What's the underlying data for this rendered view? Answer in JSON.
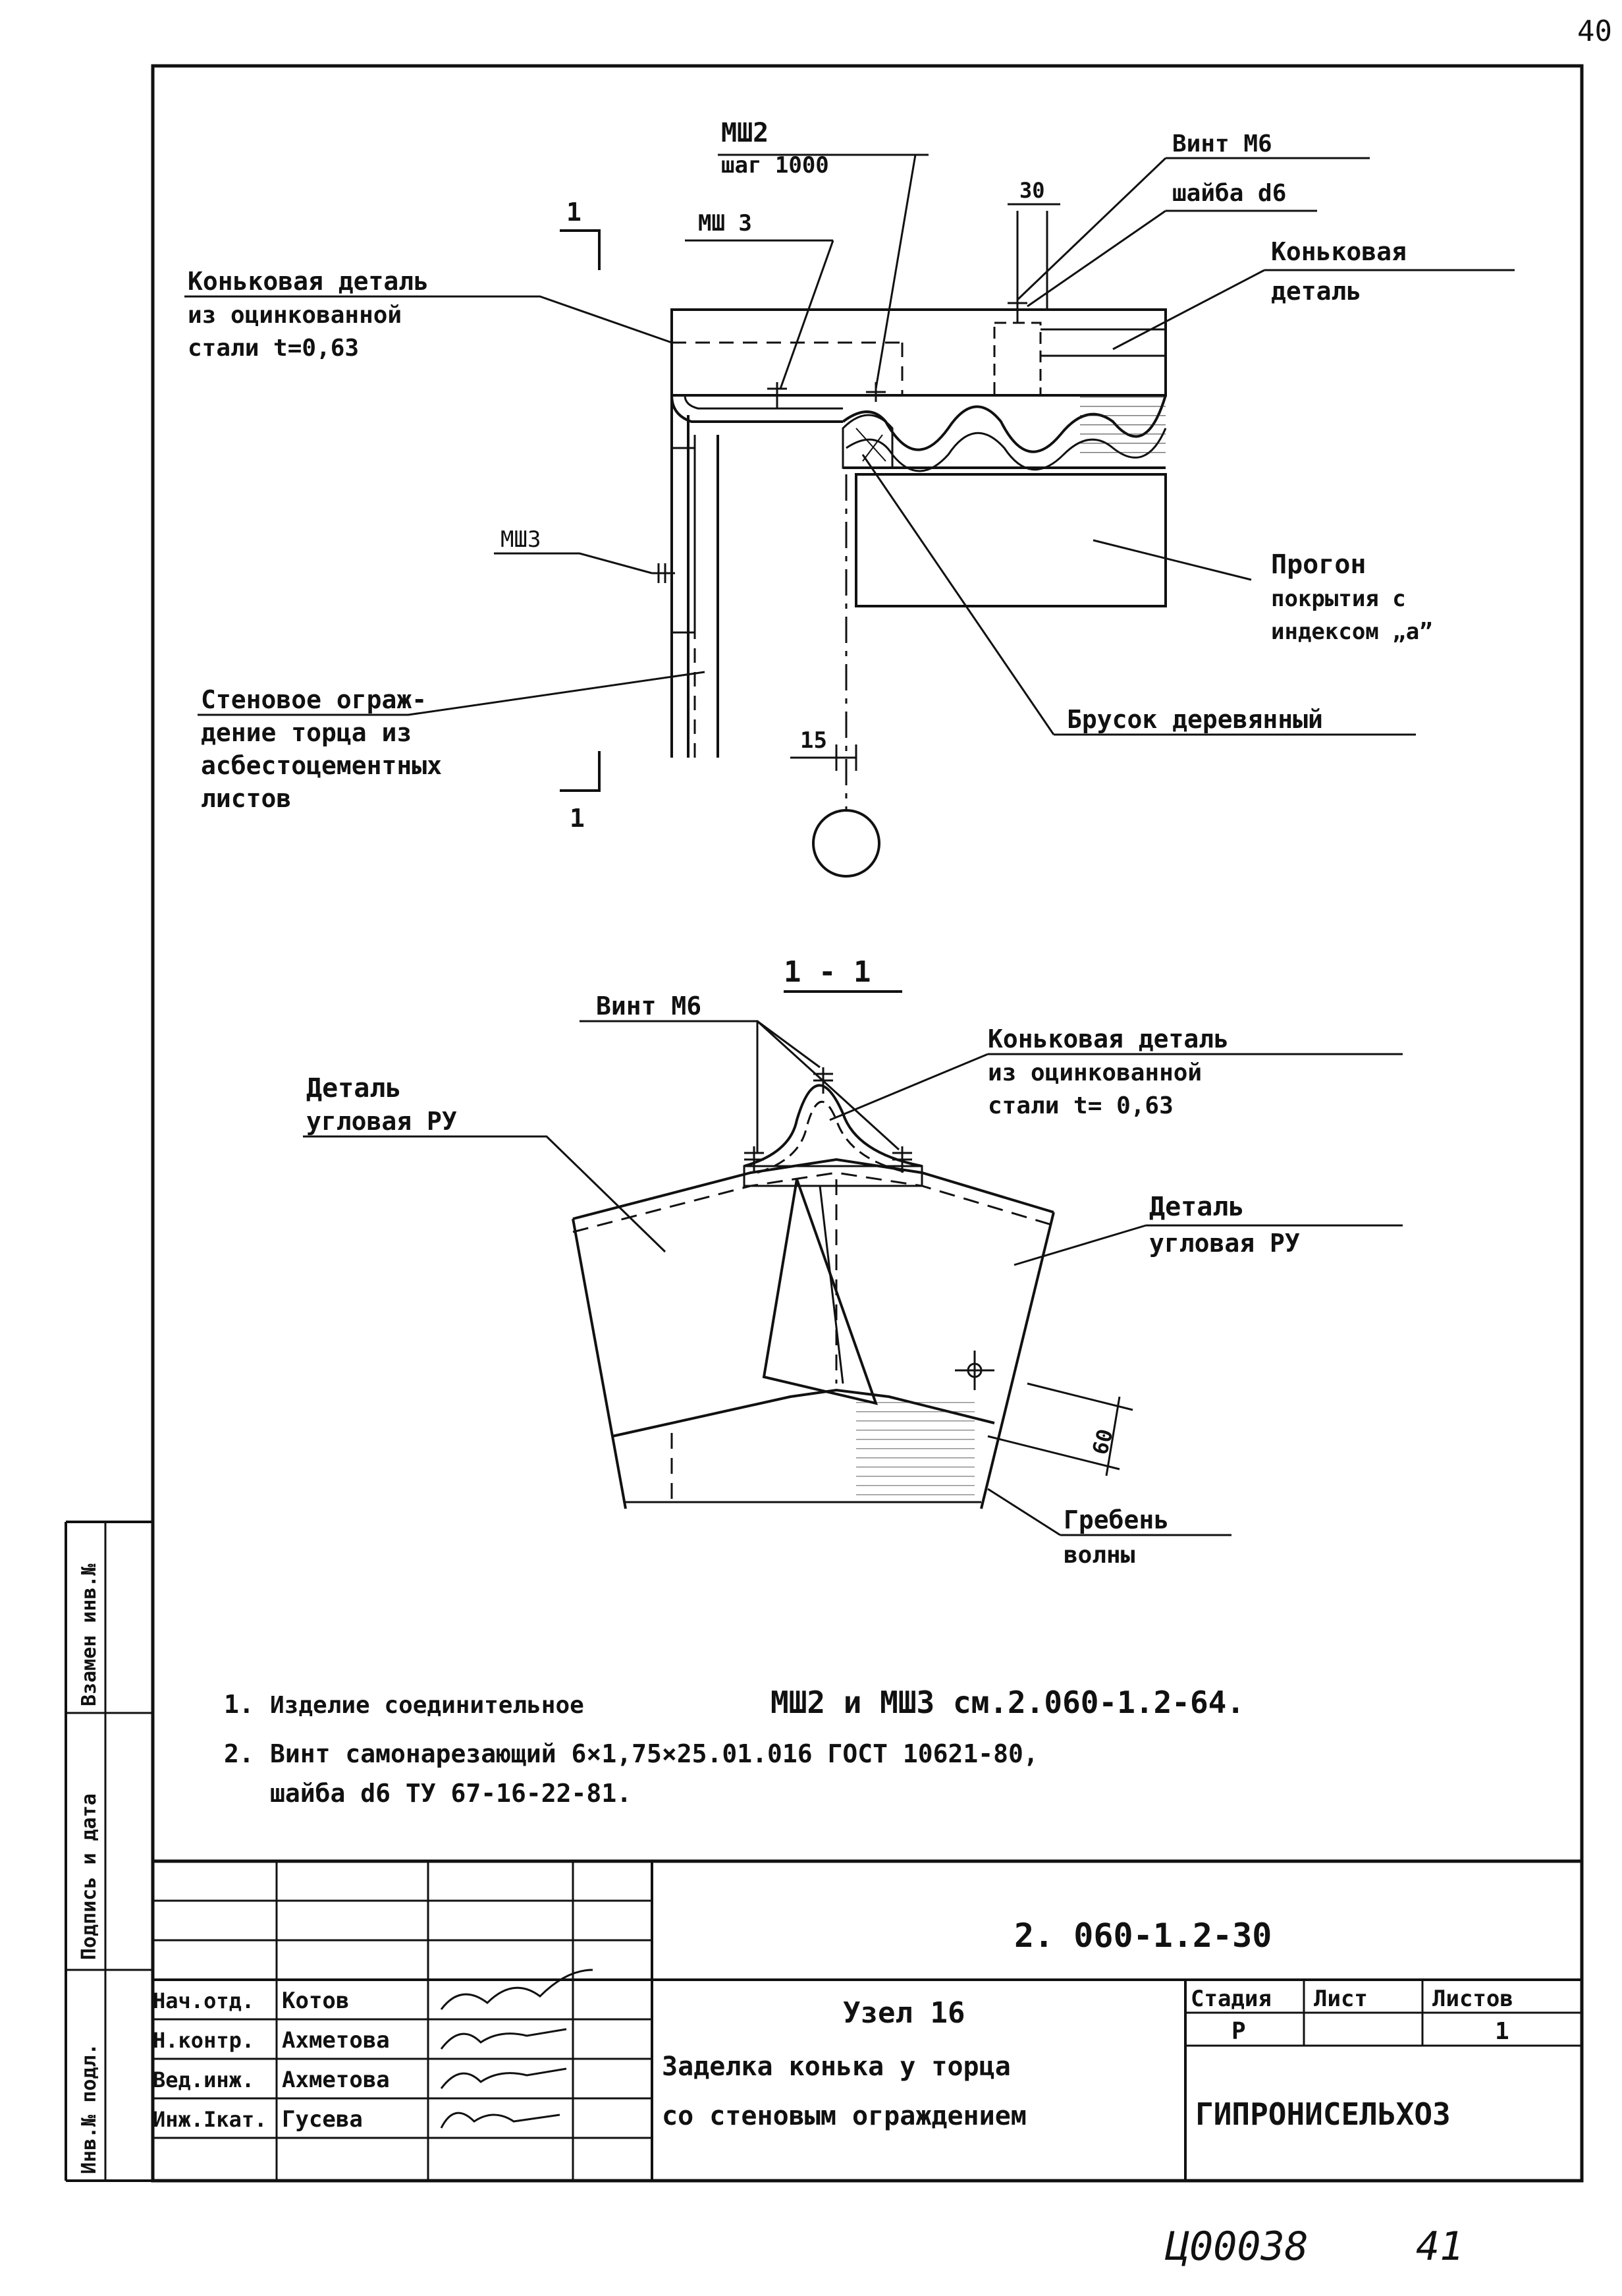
{
  "page": {
    "number_top": "40",
    "number_bottom": "41",
    "archive_code": "Ц00038"
  },
  "top_view": {
    "msh2": "МШ2",
    "msh2_step": "шаг 1000",
    "msh3_top": "МШ 3",
    "screw": "Винт М6",
    "washer": "шайба d6",
    "dim_30": "30",
    "ridge_part_right_1": "Коньковая",
    "ridge_part_right_2": "деталь",
    "ridge_left_1": "Коньковая деталь",
    "ridge_left_2": "из оцинкованной",
    "ridge_left_3": "стали t=0,63",
    "msh3_side": "МШ3",
    "purlin_1": "Прогон",
    "purlin_2": "покрытия с",
    "purlin_3": "индексом „а”",
    "wall_1": "Стеновое ограж-",
    "wall_2": "дение торца из",
    "wall_3": "асбестоцементных",
    "wall_4": "листов",
    "beam": "Брусок деревянный",
    "dim_15": "15",
    "section_mark": "1"
  },
  "section_view": {
    "title": "1 - 1",
    "screw": "Винт М6",
    "ridge_1": "Коньковая деталь",
    "ridge_2": "из оцинкованной",
    "ridge_3": "стали t= 0,63",
    "corner_left_1": "Деталь",
    "corner_left_2": "угловая РУ",
    "corner_right_1": "Деталь",
    "corner_right_2": "угловая РУ",
    "dim_60": "60",
    "crest_1": "Гребень",
    "crest_2": "волны"
  },
  "notes": [
    {
      "num": "1.",
      "text": "Изделие соединительное",
      "text2": "МШ2 и МШ3 см.2.060-1.2-64."
    },
    {
      "num": "2.",
      "text": "Винт самонарезающий 6×1,75×25.01.016 ГОСТ 10621-80,",
      "text2": "шайба d6 ТУ 67-16-22-81."
    }
  ],
  "margin_stamps": [
    "Инв.№ подл.",
    "Подпись и дата",
    "Взамен инв.№"
  ],
  "title_block": {
    "doc_code": "2. 060-1.2-30",
    "rows": [
      {
        "role": "Нач.отд.",
        "name": "Котов"
      },
      {
        "role": "Н.контр.",
        "name": "Ахметова"
      },
      {
        "role": "Вед.инж.",
        "name": "Ахметова"
      },
      {
        "role": "Инж.Iкат.",
        "name": "Гусева"
      }
    ],
    "title_1": "Узел 16",
    "title_2": "Заделка конька у торца",
    "title_3": "со стеновым ограждением",
    "stage_label": "Стадия",
    "sheet_label": "Лист",
    "sheets_label": "Листов",
    "stage": "Р",
    "sheets": "1",
    "org": "ГИПРОНИСЕЛЬХОЗ"
  }
}
